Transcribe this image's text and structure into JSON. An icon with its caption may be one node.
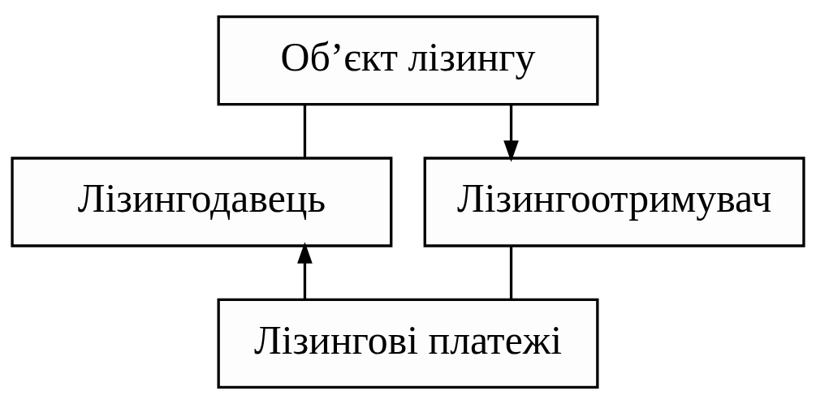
{
  "diagram": {
    "nodes": [
      {
        "text": [
          "Об’єкт лізингу"
        ]
      },
      {
        "text": [
          "Лізингодавець"
        ]
      },
      {
        "text": [
          "Лізингоотримувач"
        ]
      },
      {
        "text": [
          "Лізингові платежі"
        ]
      }
    ],
    "edges": [
      {
        "from": 1,
        "to": 0,
        "arrow": "none"
      },
      {
        "from": 0,
        "to": 2,
        "arrow": "to"
      },
      {
        "from": 2,
        "to": 3,
        "arrow": "none"
      },
      {
        "from": 3,
        "to": 1,
        "arrow": "to"
      }
    ]
  }
}
